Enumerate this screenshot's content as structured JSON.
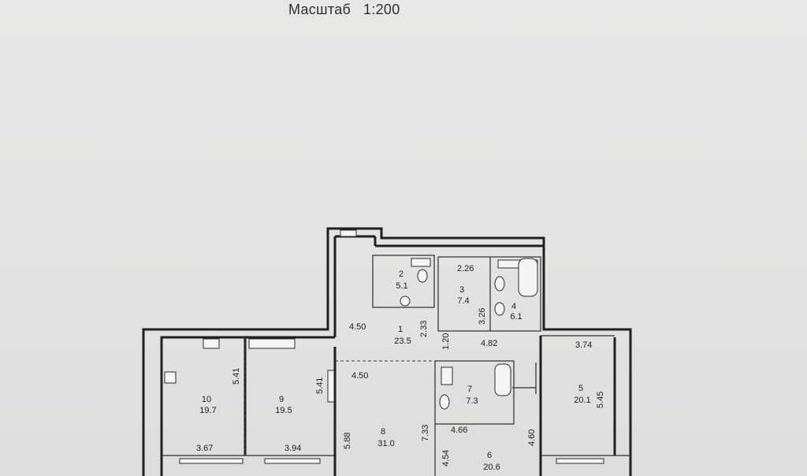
{
  "header": {
    "scale": "Масштаб   1:200"
  },
  "rooms": [
    {
      "num": "1",
      "area": "23.5"
    },
    {
      "num": "2",
      "area": "5.1"
    },
    {
      "num": "3",
      "area": "7.4"
    },
    {
      "num": "4",
      "area": "6.1"
    },
    {
      "num": "5",
      "area": "20.1"
    },
    {
      "num": "6",
      "area": "20.6"
    },
    {
      "num": "7",
      "area": "7.3"
    },
    {
      "num": "8",
      "area": "31.0"
    },
    {
      "num": "9",
      "area": "19.5"
    },
    {
      "num": "10",
      "area": "19.7"
    }
  ],
  "dims": {
    "d_2_26": "2.26",
    "d_4_50_top": "4.50",
    "d_2_33": "2.33",
    "d_3_26": "3.26",
    "d_1_20": "1.20",
    "d_4_82": "4.82",
    "d_3_74": "3.74",
    "d_5_41_left": "5.41",
    "d_5_41_mid": "5.41",
    "d_4_50_mid": "4.50",
    "d_5_45": "5.45",
    "d_4_66": "4.66",
    "d_4_60": "4.60",
    "d_7_33": "7.33",
    "d_5_88": "5.88",
    "d_4_54": "4.54",
    "d_3_67": "3.67",
    "d_3_94": "3.94"
  }
}
